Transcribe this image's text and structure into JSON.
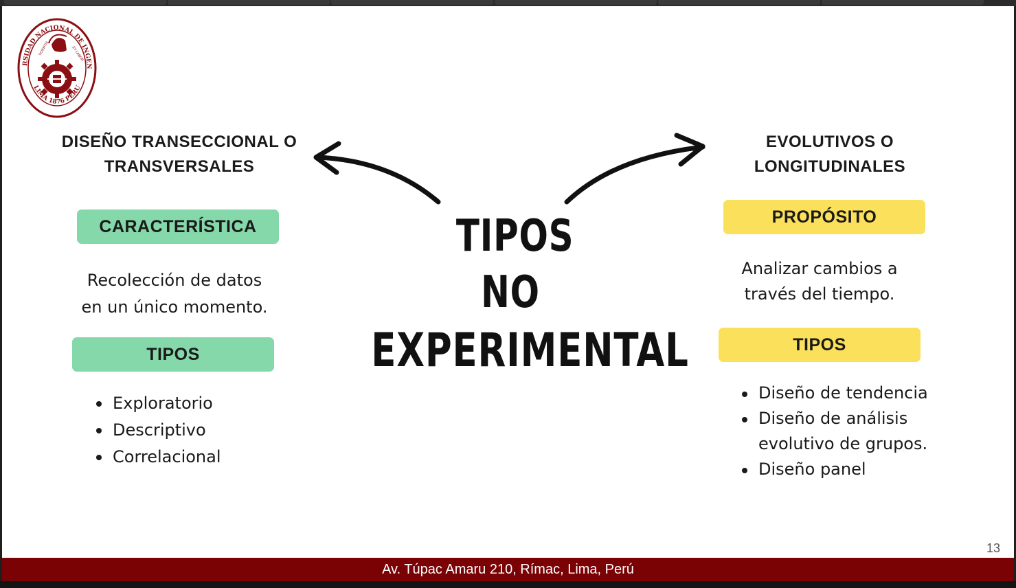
{
  "slide": {
    "left_heading_line1": "DISEÑO TRANSECCIONAL O",
    "left_heading_line2": "TRANSVERSALES",
    "left_pill_1": "CARACTERÍSTICA",
    "left_desc_line1": "Recolección de datos",
    "left_desc_line2": "en un único momento.",
    "left_pill_2": "TIPOS",
    "left_types": [
      "Exploratorio",
      "Descriptivo",
      "Correlacional"
    ],
    "center_title_line1": "TIPOS",
    "center_title_line2": "NO",
    "center_title_line3": "EXPERIMENTAL",
    "right_heading_line1": "EVOLUTIVOS O",
    "right_heading_line2": "LONGITUDINALES",
    "right_pill_1": "PROPÓSITO",
    "right_desc_line1": "Analizar cambios a",
    "right_desc_line2": "través del tiempo.",
    "right_pill_2": "TIPOS",
    "right_types_1": "Diseño de tendencia",
    "right_types_2a": "Diseño de análisis",
    "right_types_2b": "evolutivo de grupos.",
    "right_types_3": "Diseño panel",
    "page_number": "13"
  },
  "footer": {
    "address": "Av. Túpac Amaru 210, Rímac, Lima, Perú"
  },
  "logo": {
    "icon": "university-seal-icon",
    "ring_text_top": "UNIVERSIDAD NACIONAL DE INGENIERIA",
    "ring_text_bottom": "LIMA 1876 PERU",
    "motto_left": "SCIENTIA",
    "motto_right": "ET LABOR"
  },
  "colors": {
    "brand_red": "#7a0205",
    "green_pill": "#85d8a9",
    "yellow_pill": "#fbe05b"
  }
}
